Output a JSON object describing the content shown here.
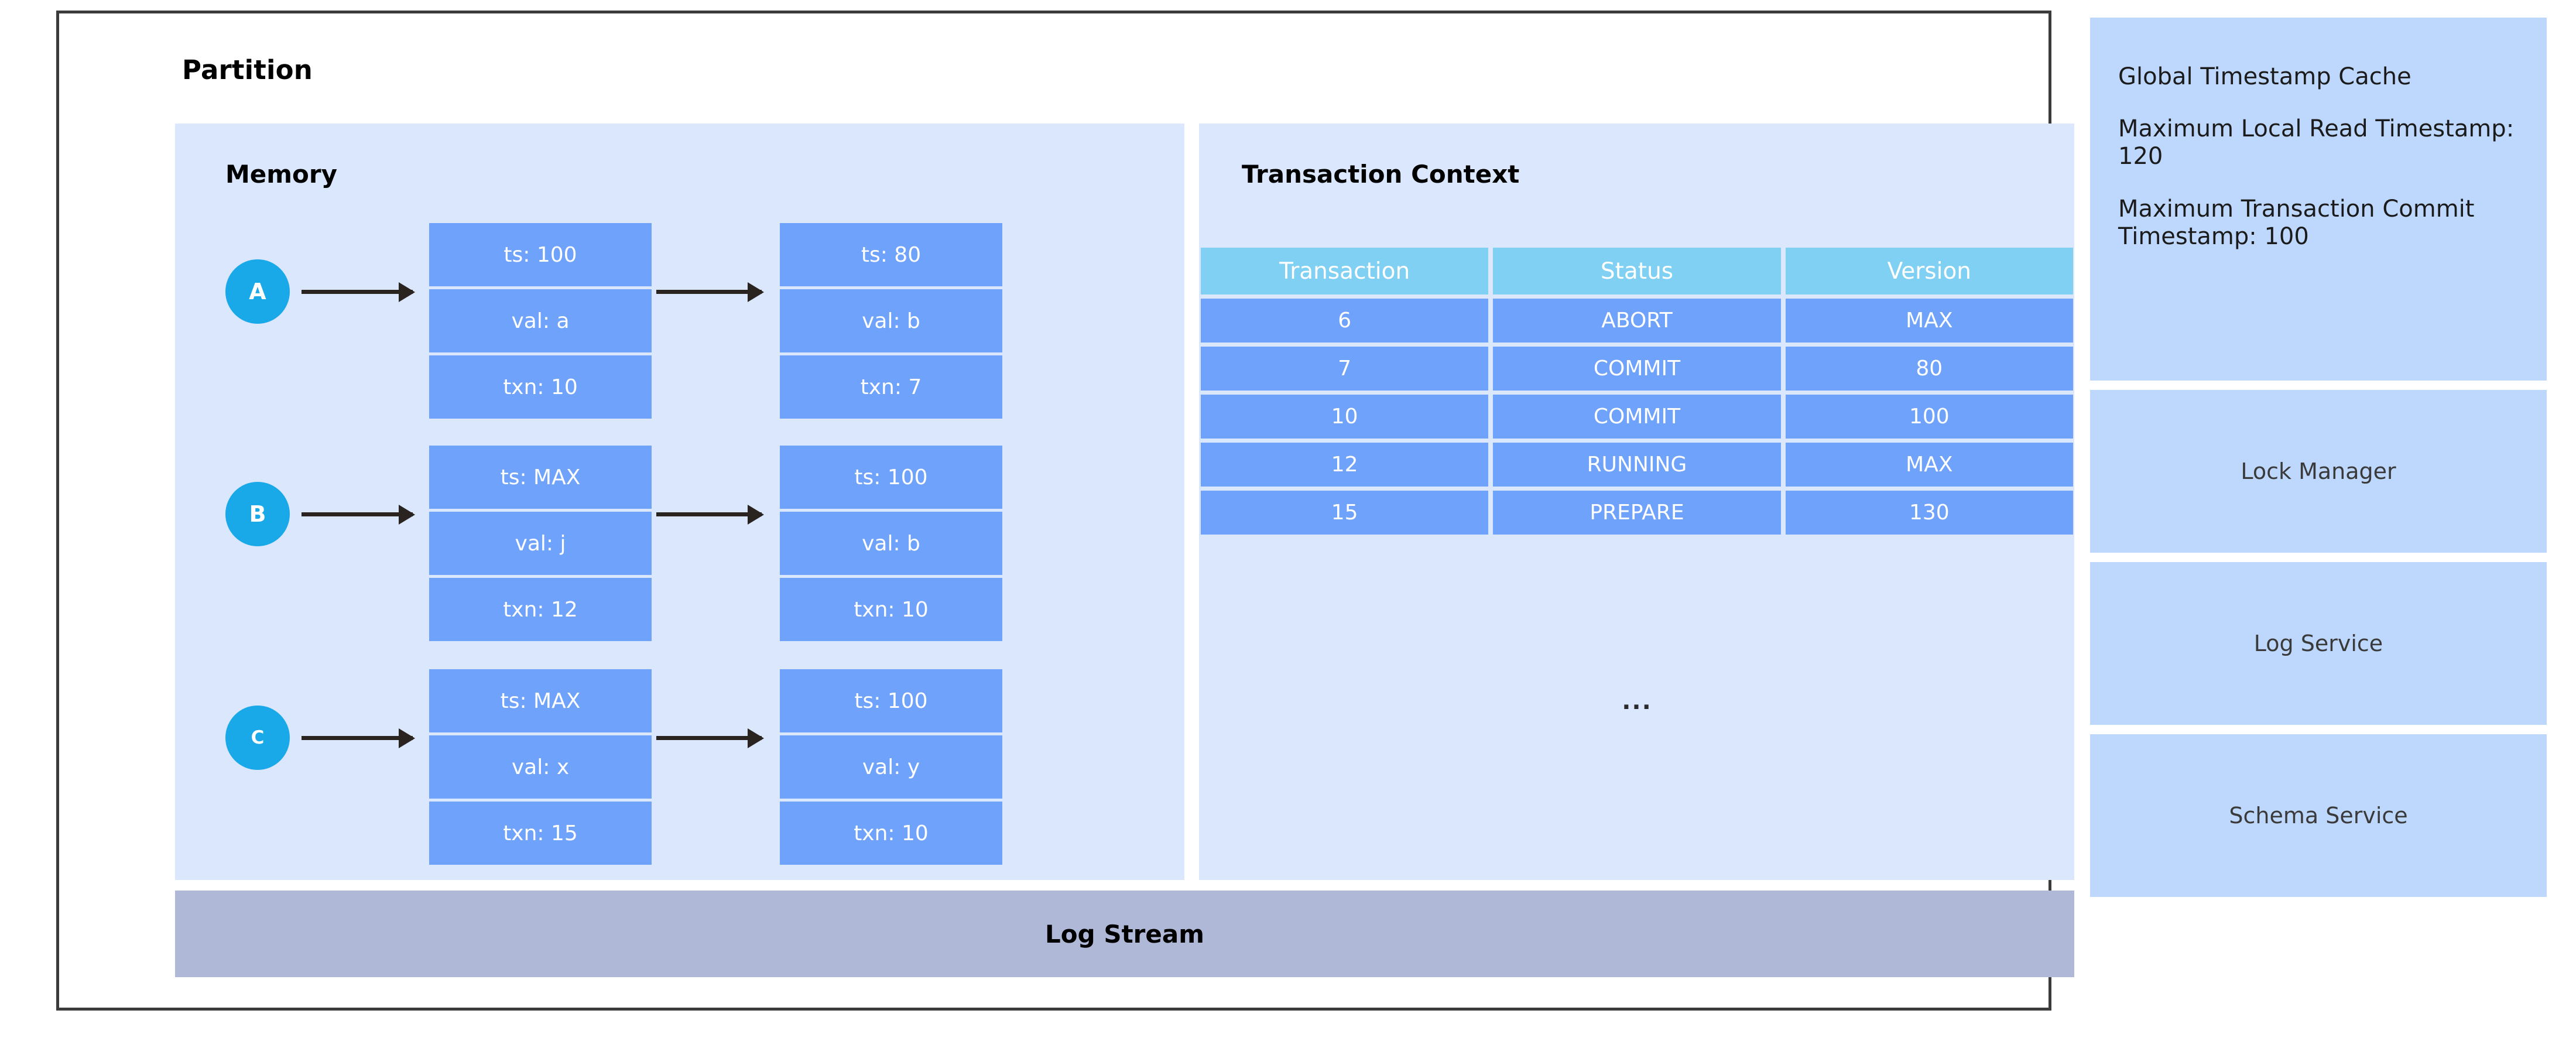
{
  "partition": {
    "title": "Partition",
    "memory": {
      "title": "Memory",
      "rows": [
        {
          "key": "A",
          "versions": [
            {
              "ts": "ts: 100",
              "val": "val: a",
              "txn": "txn: 10"
            },
            {
              "ts": "ts: 80",
              "val": "val: b",
              "txn": "txn: 7"
            }
          ]
        },
        {
          "key": "B",
          "versions": [
            {
              "ts": "ts: MAX",
              "val": "val: j",
              "txn": "txn: 12"
            },
            {
              "ts": "ts: 100",
              "val": "val: b",
              "txn": "txn: 10"
            }
          ]
        },
        {
          "key": "C",
          "versions": [
            {
              "ts": "ts: MAX",
              "val": "val: x",
              "txn": "txn: 15"
            },
            {
              "ts": "ts: 100",
              "val": "val: y",
              "txn": "txn: 10"
            }
          ]
        }
      ]
    },
    "transaction_context": {
      "title": "Transaction Context",
      "columns": [
        "Transaction",
        "Status",
        "Version"
      ],
      "rows": [
        {
          "transaction": "6",
          "status": "ABORT",
          "version": "MAX"
        },
        {
          "transaction": "7",
          "status": "COMMIT",
          "version": "80"
        },
        {
          "transaction": "10",
          "status": "COMMIT",
          "version": "100"
        },
        {
          "transaction": "12",
          "status": "RUNNING",
          "version": "MAX"
        },
        {
          "transaction": "15",
          "status": "PREPARE",
          "version": "130"
        }
      ],
      "overflow_indicator": "..."
    },
    "log_stream": {
      "label": "Log Stream"
    }
  },
  "sidebar": {
    "timestamp_cache": {
      "title": "Global Timestamp Cache",
      "max_local_read": "Maximum Local Read Timestamp: 120",
      "max_txn_commit": "Maximum Transaction Commit Timestamp: 100"
    },
    "services": [
      {
        "label": "Lock Manager"
      },
      {
        "label": "Log Service"
      },
      {
        "label": "Schema Service"
      }
    ]
  },
  "colors": {
    "node_fill": "#6fa2fa",
    "header_fill": "#7fd0f2",
    "key_circle": "#19a9e8",
    "panel_bg": "#dbe7fc",
    "sidebar_bg": "#bdd7fd",
    "log_stream_bg": "#b0b8d8",
    "frame_border": "#3b3b3b",
    "arrow": "#2a2420"
  }
}
